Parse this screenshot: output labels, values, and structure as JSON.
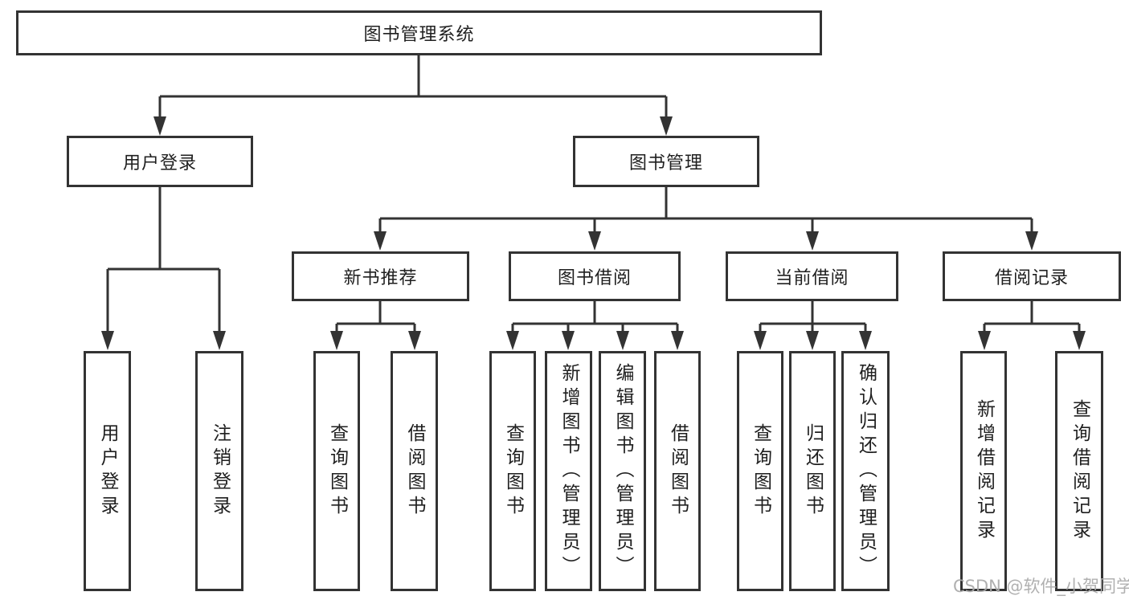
{
  "diagram": {
    "root": {
      "label": "图书管理系统"
    },
    "level2": [
      {
        "label": "用户登录"
      },
      {
        "label": "图书管理"
      }
    ],
    "level3": [
      {
        "label": "新书推荐"
      },
      {
        "label": "图书借阅"
      },
      {
        "label": "当前借阅"
      },
      {
        "label": "借阅记录"
      }
    ],
    "leaves": [
      {
        "label": "用户登录"
      },
      {
        "label": "注销登录"
      },
      {
        "label": "查询图书"
      },
      {
        "label": "借阅图书"
      },
      {
        "label": "查询图书"
      },
      {
        "label": "新增图书（管理员）"
      },
      {
        "label": "编辑图书（管理员）"
      },
      {
        "label": "借阅图书"
      },
      {
        "label": "查询图书"
      },
      {
        "label": "归还图书"
      },
      {
        "label": "确认归还（管理员）"
      },
      {
        "label": "新增借阅记录"
      },
      {
        "label": "查询借阅记录"
      }
    ],
    "watermark": "CSDN @软件_小贺同学",
    "colors": {
      "line": "#333333",
      "text": "#1f1f1f",
      "box_background": "#ffffff",
      "page_background": "#ffffff",
      "watermark": "#aaaaaa"
    }
  }
}
